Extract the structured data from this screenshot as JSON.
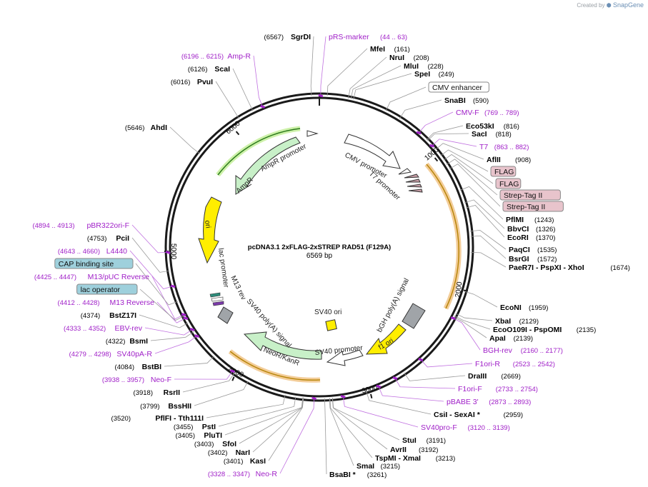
{
  "credit": {
    "prefix": "Created by",
    "brand": "SnapGene"
  },
  "plasmid": {
    "name": "pcDNA3.1 2xFLAG-2xSTREP RAD51 (F129A)",
    "size": "6569 bp",
    "length": 6569
  },
  "ticks": [
    "1000",
    "2000",
    "3000",
    "4000",
    "5000",
    "6000"
  ],
  "features": [
    {
      "label": "CMV promoter",
      "color": "#ffffff"
    },
    {
      "label": "T7 promoter",
      "color": "#ffffff"
    },
    {
      "label": "bGH poly(A) signal",
      "color": "#a0a4a8"
    },
    {
      "label": "f1 ori",
      "color": "#ffee00"
    },
    {
      "label": "SV40 ori",
      "color": "#ffee00"
    },
    {
      "label": "SV40 promoter",
      "color": "#ffffff"
    },
    {
      "label": "NeoR/KanR",
      "color": "#c8f0c8"
    },
    {
      "label": "SV40 poly(A) signal",
      "color": "#a0a4a8"
    },
    {
      "label": "M13 rev",
      "color": "#ffffff"
    },
    {
      "label": "lac promoter",
      "color": "#ffffff"
    },
    {
      "label": "ori",
      "color": "#ffee00"
    },
    {
      "label": "AmpR",
      "color": "#c8f0c8"
    },
    {
      "label": "AmpR promoter",
      "color": "#ffffff"
    }
  ],
  "sites": [
    {
      "pos": "(6567)",
      "name": "SgrDI",
      "kind": "enzyme"
    },
    {
      "pos": "(44 .. 63)",
      "name": "pRS-marker",
      "kind": "primer"
    },
    {
      "pos": "(161)",
      "name": "MfeI",
      "kind": "enzyme"
    },
    {
      "pos": "(208)",
      "name": "NruI",
      "kind": "enzyme"
    },
    {
      "pos": "(228)",
      "name": "MluI",
      "kind": "enzyme"
    },
    {
      "pos": "(249)",
      "name": "SpeI",
      "kind": "enzyme"
    },
    {
      "pos": "",
      "name": "CMV enhancer",
      "kind": "feature-box"
    },
    {
      "pos": "(590)",
      "name": "SnaBI",
      "kind": "enzyme"
    },
    {
      "pos": "(769 .. 789)",
      "name": "CMV-F",
      "kind": "primer"
    },
    {
      "pos": "(816)",
      "name": "Eco53kI",
      "kind": "enzyme"
    },
    {
      "pos": "(818)",
      "name": "SacI",
      "kind": "enzyme"
    },
    {
      "pos": "(863 .. 882)",
      "name": "T7",
      "kind": "primer"
    },
    {
      "pos": "(908)",
      "name": "AflII",
      "kind": "enzyme"
    },
    {
      "pos": "",
      "name": "FLAG",
      "kind": "tag-box"
    },
    {
      "pos": "",
      "name": "FLAG",
      "kind": "tag-box"
    },
    {
      "pos": "",
      "name": "Strep-Tag II",
      "kind": "tag-box"
    },
    {
      "pos": "",
      "name": "Strep-Tag II",
      "kind": "tag-box"
    },
    {
      "pos": "(1243)",
      "name": "PflMI",
      "kind": "enzyme"
    },
    {
      "pos": "(1326)",
      "name": "BbvCI",
      "kind": "enzyme"
    },
    {
      "pos": "(1370)",
      "name": "EcoRI",
      "kind": "enzyme"
    },
    {
      "pos": "(1535)",
      "name": "PaqCI",
      "kind": "enzyme"
    },
    {
      "pos": "(1572)",
      "name": "BsrGI",
      "kind": "enzyme"
    },
    {
      "pos": "(1674)",
      "name": "PaeR7I - PspXI - XhoI",
      "kind": "enzyme"
    },
    {
      "pos": "(1959)",
      "name": "EcoNI",
      "kind": "enzyme"
    },
    {
      "pos": "(2129)",
      "name": "XbaI",
      "kind": "enzyme"
    },
    {
      "pos": "(2135)",
      "name": "EcoO109I - PspOMI",
      "kind": "enzyme"
    },
    {
      "pos": "(2139)",
      "name": "ApaI",
      "kind": "enzyme"
    },
    {
      "pos": "(2160 .. 2177)",
      "name": "BGH-rev",
      "kind": "primer"
    },
    {
      "pos": "(2523 .. 2542)",
      "name": "F1ori-R",
      "kind": "primer"
    },
    {
      "pos": "(2669)",
      "name": "DraIII",
      "kind": "enzyme"
    },
    {
      "pos": "(2733 .. 2754)",
      "name": "F1ori-F",
      "kind": "primer"
    },
    {
      "pos": "(2873 .. 2893)",
      "name": "pBABE 3'",
      "kind": "primer"
    },
    {
      "pos": "(2959)",
      "name": "CsiI - SexAI *",
      "kind": "enzyme"
    },
    {
      "pos": "(3120 .. 3139)",
      "name": "SV40pro-F",
      "kind": "primer"
    },
    {
      "pos": "(3191)",
      "name": "StuI",
      "kind": "enzyme"
    },
    {
      "pos": "(3192)",
      "name": "AvrII",
      "kind": "enzyme"
    },
    {
      "pos": "(3213)",
      "name": "TspMI - XmaI",
      "kind": "enzyme"
    },
    {
      "pos": "(3215)",
      "name": "SmaI",
      "kind": "enzyme"
    },
    {
      "pos": "(3261)",
      "name": "BsaBI *",
      "kind": "enzyme"
    },
    {
      "pos": "(3328 .. 3347)",
      "name": "Neo-R",
      "kind": "primer"
    },
    {
      "pos": "(3401)",
      "name": "KasI",
      "kind": "enzyme"
    },
    {
      "pos": "(3402)",
      "name": "NarI",
      "kind": "enzyme"
    },
    {
      "pos": "(3403)",
      "name": "SfoI",
      "kind": "enzyme"
    },
    {
      "pos": "(3405)",
      "name": "PluTI",
      "kind": "enzyme"
    },
    {
      "pos": "(3455)",
      "name": "PstI",
      "kind": "enzyme"
    },
    {
      "pos": "(3520)",
      "name": "PflFI - Tth111I",
      "kind": "enzyme"
    },
    {
      "pos": "(3799)",
      "name": "BssHII",
      "kind": "enzyme"
    },
    {
      "pos": "(3918)",
      "name": "RsrII",
      "kind": "enzyme"
    },
    {
      "pos": "(3938 .. 3957)",
      "name": "Neo-F",
      "kind": "primer"
    },
    {
      "pos": "(4084)",
      "name": "BstBI",
      "kind": "enzyme"
    },
    {
      "pos": "(4279 .. 4298)",
      "name": "SV40pA-R",
      "kind": "primer"
    },
    {
      "pos": "(4322)",
      "name": "BsmI",
      "kind": "enzyme"
    },
    {
      "pos": "(4333 .. 4352)",
      "name": "EBV-rev",
      "kind": "primer"
    },
    {
      "pos": "(4374)",
      "name": "BstZ17I",
      "kind": "enzyme"
    },
    {
      "pos": "(4412 .. 4428)",
      "name": "M13 Reverse",
      "kind": "primer"
    },
    {
      "pos": "",
      "name": "lac operator",
      "kind": "info-box"
    },
    {
      "pos": "(4425 .. 4447)",
      "name": "M13/pUC Reverse",
      "kind": "primer"
    },
    {
      "pos": "",
      "name": "CAP binding site",
      "kind": "info-box"
    },
    {
      "pos": "(4643 .. 4660)",
      "name": "L4440",
      "kind": "primer"
    },
    {
      "pos": "(4753)",
      "name": "PciI",
      "kind": "enzyme"
    },
    {
      "pos": "(4894 .. 4913)",
      "name": "pBR322ori-F",
      "kind": "primer"
    },
    {
      "pos": "(5646)",
      "name": "AhdI",
      "kind": "enzyme"
    },
    {
      "pos": "(6016)",
      "name": "PvuI",
      "kind": "enzyme"
    },
    {
      "pos": "(6126)",
      "name": "ScaI",
      "kind": "enzyme"
    },
    {
      "pos": "(6196 .. 6215)",
      "name": "Amp-R",
      "kind": "primer"
    }
  ],
  "colors": {
    "primer": "#a020c8",
    "enzyme": "#000000",
    "backbone": "#1a1a1a",
    "tag_box": "#e8c4cc",
    "info_box": "#9ed0dc"
  }
}
